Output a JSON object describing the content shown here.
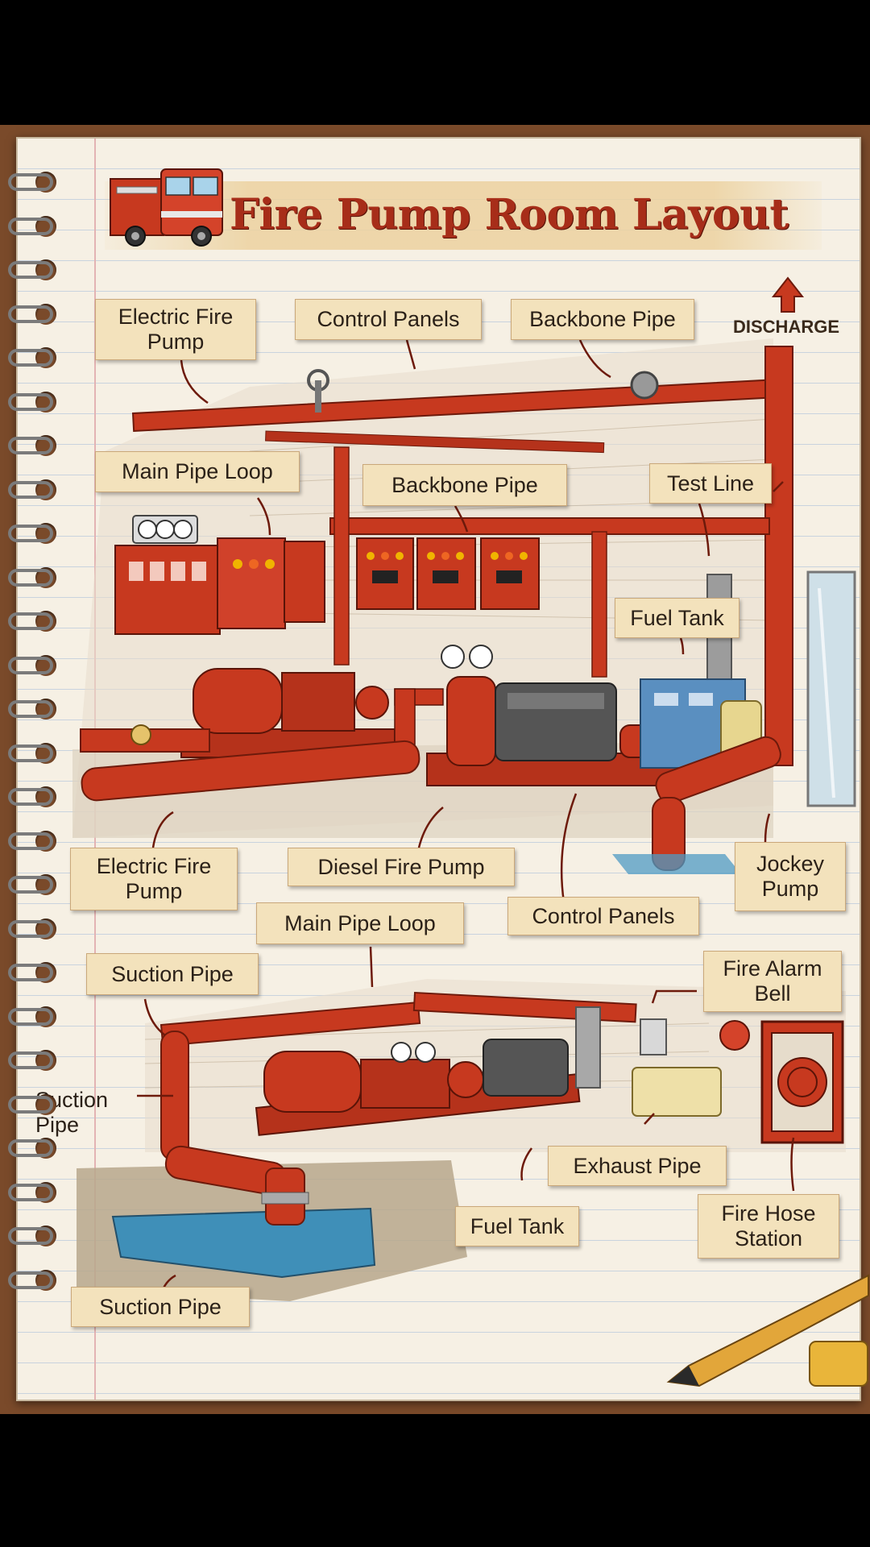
{
  "title": "Fire Pump Room Layout",
  "discharge": "DISCHARGE",
  "labels": {
    "electric_fire_pump_top": "Electric Fire Pump",
    "control_panels_top": "Control Panels",
    "backbone_pipe_top": "Backbone Pipe",
    "main_pipe_loop_top": "Main Pipe Loop",
    "backbone_pipe_mid": "Backbone Pipe",
    "test_line": "Test Line",
    "fuel_tank_top": "Fuel Tank",
    "electric_fire_pump_bottom": "Electric Fire Pump",
    "diesel_fire_pump": "Diesel Fire Pump",
    "jockey_pump": "Jockey Pump",
    "control_panels_bottom": "Control Panels",
    "main_pipe_loop_bottom": "Main Pipe Loop",
    "suction_pipe_top": "Suction Pipe",
    "fire_alarm_bell": "Fire Alarm Bell",
    "suction_pipe_side": "Suction Pipe",
    "exhaust_pipe": "Exhaust Pipe",
    "fuel_tank_bottom": "Fuel Tank",
    "fire_hose_station": "Fire Hose Station",
    "suction_pipe_bottom": "Suction Pipe"
  },
  "colors": {
    "pipe_red": "#c7391f",
    "title_red": "#a72d19",
    "label_bg": "#f3e2bc",
    "water_blue": "#3f8fb8",
    "tank_blue": "#5a8fc0"
  }
}
